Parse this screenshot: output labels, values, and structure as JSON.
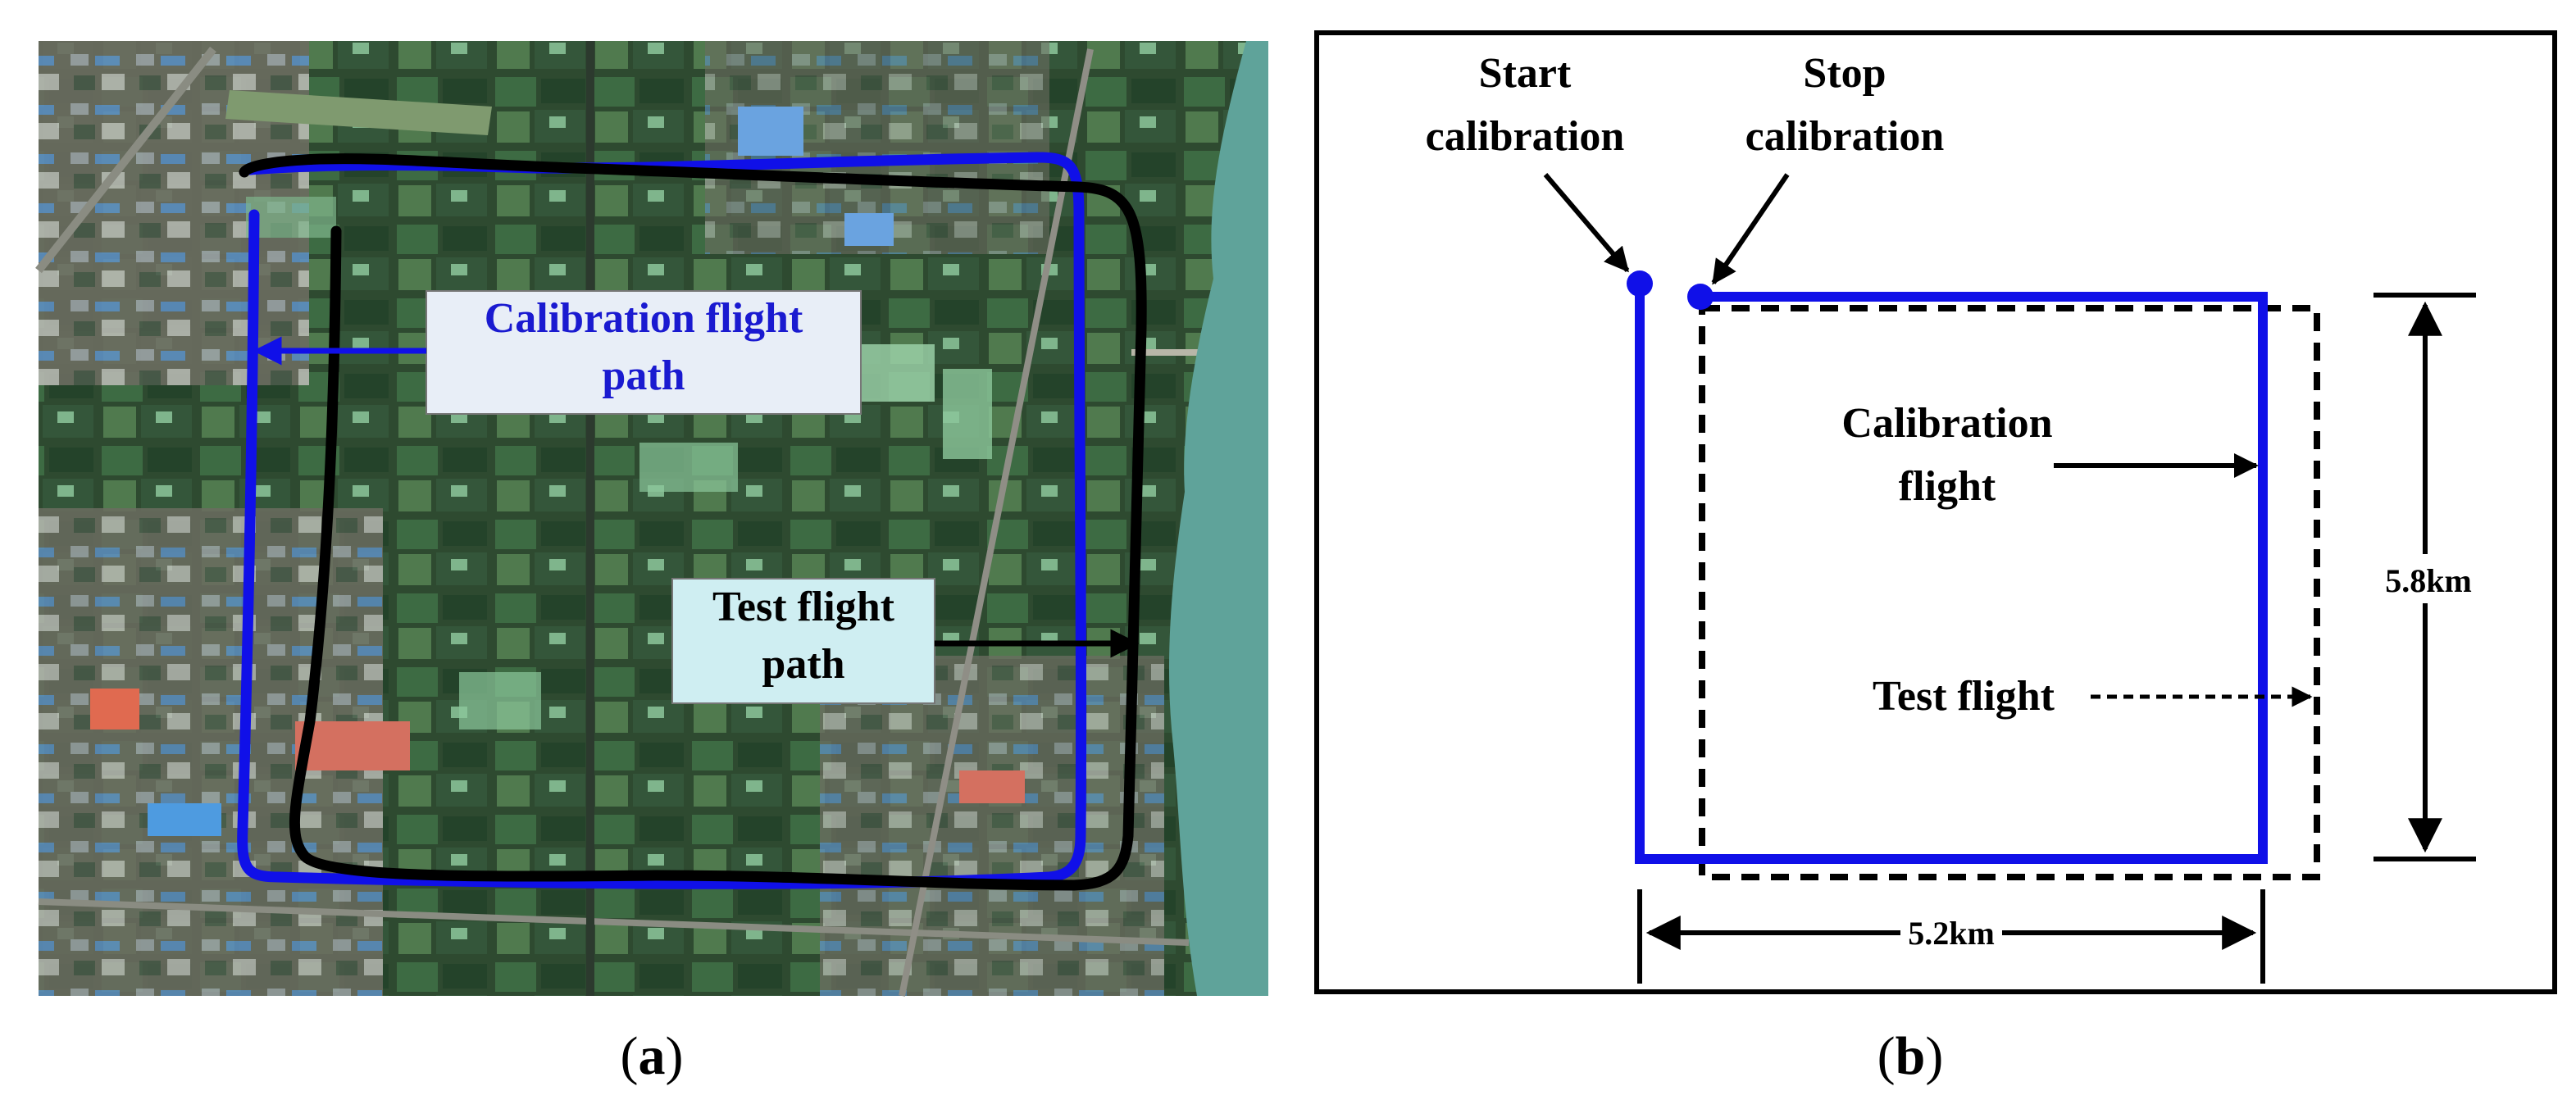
{
  "panel_a": {
    "callout_calibration": {
      "line1": "Calibration flight",
      "line2": "path"
    },
    "callout_test": {
      "line1": "Test flight",
      "line2": "path"
    },
    "caption": {
      "open": "(",
      "letter": "a",
      "close": ")"
    }
  },
  "panel_b": {
    "start_label": {
      "line1": "Start",
      "line2": "calibration"
    },
    "stop_label": {
      "line1": "Stop",
      "line2": "calibration"
    },
    "calibration_label": {
      "line1": "Calibration",
      "line2": "flight"
    },
    "test_label": "Test flight",
    "width_label": "5.2km",
    "height_label": "5.8km",
    "caption": {
      "open": "(",
      "letter": "b",
      "close": ")"
    }
  },
  "colors": {
    "calibration_path": "#1010e8",
    "test_path": "#000000",
    "calibration_text": "#1a1ad0",
    "callout_bg_a": "#e8eef7",
    "callout_bg_b": "#cfeef2"
  },
  "icons": [
    "start-point-dot",
    "stop-point-dot",
    "arrowhead"
  ]
}
